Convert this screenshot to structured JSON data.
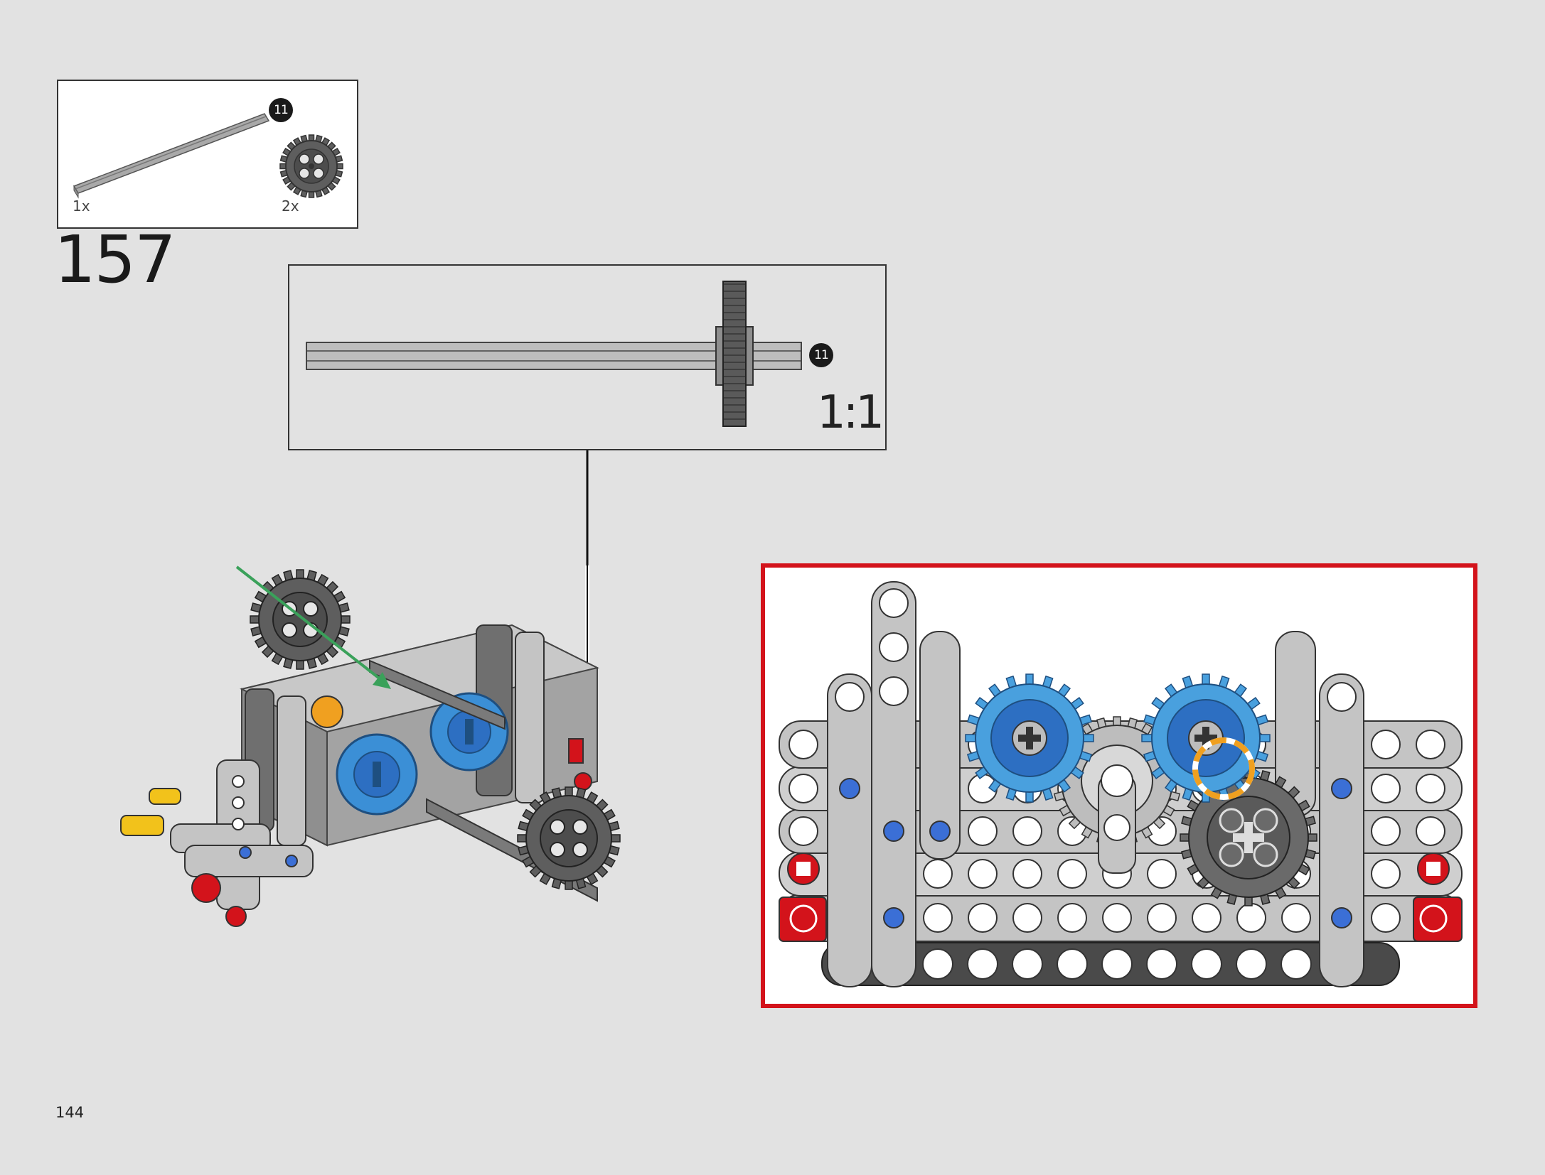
{
  "parts_list": {
    "items": [
      {
        "name": "axle",
        "quantity": "1x",
        "badge": "11",
        "color": "#8f8f8f"
      },
      {
        "name": "gear-24-tooth",
        "quantity": "2x",
        "color": "#5a5a5a"
      }
    ]
  },
  "step": {
    "number": "157"
  },
  "callout": {
    "scale": "1:1",
    "axle_badge": "11"
  },
  "page": {
    "number": "144"
  },
  "colors": {
    "background": "#e2e2e2",
    "check_frame": "#d3131b",
    "assembly_arrow": "#3aa15a",
    "highlight": "#f0a020",
    "blue_gear": "#3b8fd6",
    "red_pin": "#d3131b",
    "light_grey": "#c4c4c4",
    "dark_grey": "#5a5a5a"
  }
}
